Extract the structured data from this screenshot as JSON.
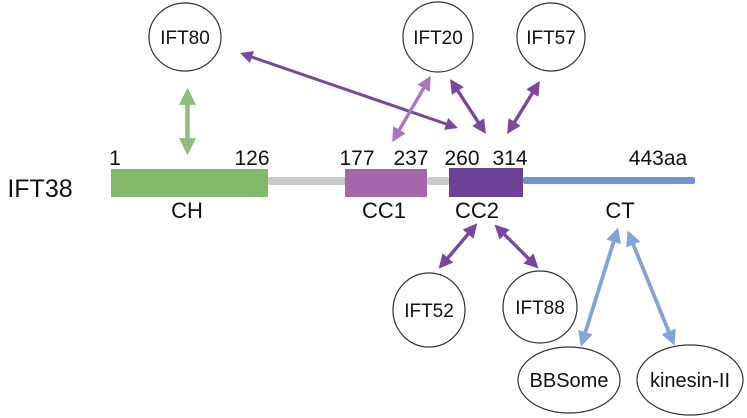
{
  "colors": {
    "ch_domain": "#82b968",
    "cc1_domain": "#a566ab",
    "cc2_domain": "#6d4197",
    "ct_tail": "#7195cd",
    "linker_gray": "#c9c9c9",
    "green_arrow": "#8cc07a",
    "purple_arrow": "#7b469e",
    "orchid_arrow": "#aa75c2",
    "blue_arrow": "#84a4d8",
    "node_fill": "#ffffff",
    "node_outline": "#333333",
    "text": "#111111"
  },
  "protein": {
    "name": "IFT38",
    "total_length_label": "443aa",
    "domains": [
      {
        "label": "CH",
        "start": "1",
        "end": "126",
        "color": "#82b968"
      },
      {
        "label": "CC1",
        "start": "177",
        "end": "237",
        "color": "#a566ab"
      },
      {
        "label": "CC2",
        "start": "260",
        "end": "314",
        "color": "#6d4197"
      },
      {
        "label": "CT",
        "start": "",
        "end": "443aa",
        "color": "#7195cd"
      }
    ]
  },
  "interactors": [
    {
      "label": "IFT80"
    },
    {
      "label": "IFT20"
    },
    {
      "label": "IFT57"
    },
    {
      "label": "IFT52"
    },
    {
      "label": "IFT88"
    },
    {
      "label": "BBSome"
    },
    {
      "label": "kinesin-II"
    }
  ],
  "interactions": [
    {
      "domain": "CH",
      "partner": "IFT80",
      "arrow_color": "#8cc07a"
    },
    {
      "domain": "CC2",
      "partner": "IFT80",
      "arrow_color": "#7b469e"
    },
    {
      "domain": "CC1",
      "partner": "IFT20",
      "arrow_color": "#aa75c2"
    },
    {
      "domain": "CC2",
      "partner": "IFT20",
      "arrow_color": "#7b469e"
    },
    {
      "domain": "CC2",
      "partner": "IFT57",
      "arrow_color": "#7b469e"
    },
    {
      "domain": "CC2",
      "partner": "IFT52",
      "arrow_color": "#7b469e"
    },
    {
      "domain": "CC2",
      "partner": "IFT88",
      "arrow_color": "#7b469e"
    },
    {
      "domain": "CT",
      "partner": "BBSome",
      "arrow_color": "#84a4d8"
    },
    {
      "domain": "CT",
      "partner": "kinesin-II",
      "arrow_color": "#84a4d8"
    }
  ]
}
